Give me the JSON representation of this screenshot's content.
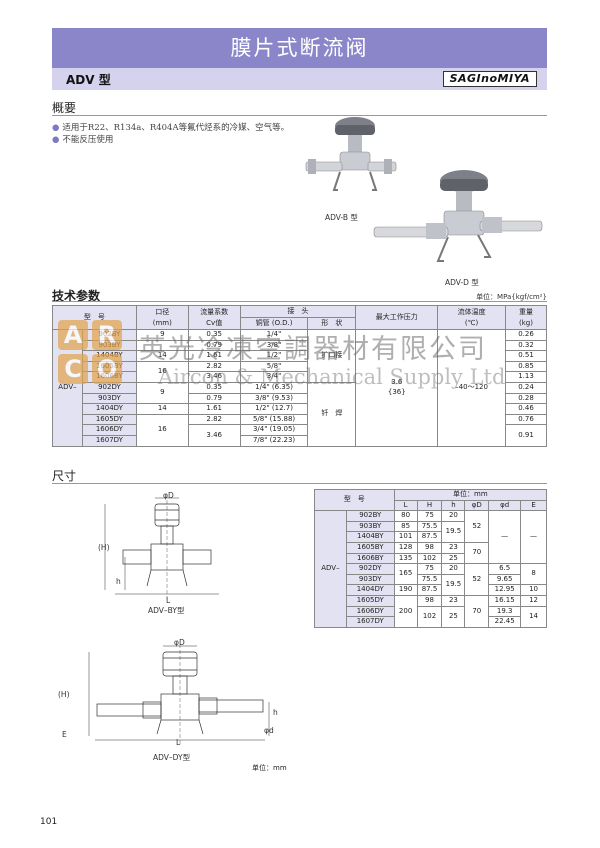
{
  "header": {
    "title": "膜片式断流阀",
    "model": "ADV 型",
    "brand": "SAGInoMIYA"
  },
  "overview": {
    "heading": "概要",
    "bullets": [
      "适用于R22、R134a、R404A等氟代烃系的冷媒、空气等。",
      "不能反压使用"
    ],
    "caption_b": "ADV-B 型",
    "caption_d": "ADV-D 型"
  },
  "spec": {
    "heading": "技术参数",
    "unit": "单位：MPa{kgf/cm²}",
    "head": {
      "model": "型　号",
      "bore": "口径",
      "bore_unit": "(mm)",
      "cv": "流量系数",
      "cv_unit": "Cv值",
      "joint": "接　头",
      "pipe": "铜管 (O.D.)",
      "shape": "形　状",
      "pressure": "最大工作压力",
      "temp": "流体温度",
      "temp_unit": "(℃)",
      "weight": "重量",
      "weight_unit": "(kg)"
    },
    "prefix": "ADV–",
    "rows": [
      {
        "model": "902BY",
        "cv": "0.35",
        "pipe": "1/4\"",
        "weight": "0.26"
      },
      {
        "model": "903BY",
        "cv": "0.79",
        "pipe": "3/8\"",
        "weight": "0.32"
      },
      {
        "model": "1404BY",
        "cv": "1.61",
        "pipe": "1/2\"",
        "weight": "0.51"
      },
      {
        "model": "1605BY",
        "cv": "2.82",
        "pipe": "5/8\"",
        "weight": "0.85"
      },
      {
        "model": "1606BY",
        "cv": "3.46",
        "pipe": "3/4\"",
        "weight": "1.13"
      },
      {
        "model": "902DY",
        "cv": "0.35",
        "pipe": "1/4\" (6.35)",
        "weight": "0.24"
      },
      {
        "model": "903DY",
        "cv": "0.79",
        "pipe": "3/8\" (9.53)",
        "weight": "0.28"
      },
      {
        "model": "1404DY",
        "cv": "1.61",
        "pipe": "1/2\" (12.7)",
        "weight": "0.46"
      },
      {
        "model": "1605DY",
        "cv": "2.82",
        "pipe": "5/8\" (15.88)",
        "weight": "0.76"
      },
      {
        "model": "1606DY",
        "cv": "3.46",
        "pipe": "3/4\" (19.05)",
        "weight": "0.91"
      },
      {
        "model": "1607DY",
        "cv": "",
        "pipe": "7/8\" (22.23)",
        "weight": ""
      }
    ],
    "bores": [
      "9",
      "14",
      "16",
      "9",
      "14",
      "16"
    ],
    "shape_flare": "扩口接",
    "shape_braze": "钎　焊",
    "pressure": "3.6",
    "pressure_kgf": "{36}",
    "temp": "–40～120"
  },
  "watermark": {
    "cn": "英光冷凍空調器材有限公司",
    "en": "Aircon & Mechanical Supply Ltd",
    "logo": [
      "A",
      "R",
      "C",
      "O"
    ]
  },
  "dims": {
    "heading": "尺寸",
    "caption_by": "ADV–BY型",
    "caption_dy": "ADV–DY型",
    "unit_mm": "单位：mm",
    "table_unit": "单位：mm",
    "labels": {
      "phiD": "φD",
      "H": "(H)",
      "h": "h",
      "L": "L",
      "E": "E",
      "phid": "φd"
    },
    "head": {
      "model": "型　号",
      "L": "L",
      "H": "H",
      "h": "h",
      "phiD": "φD",
      "phid": "φd",
      "E": "E"
    },
    "prefix": "ADV–",
    "rows": [
      {
        "model": "902BY",
        "L": "80",
        "H": "75",
        "h": "20"
      },
      {
        "model": "903BY",
        "L": "85",
        "H": "75.5",
        "h": ""
      },
      {
        "model": "1404BY",
        "L": "101",
        "H": "87.5",
        "h": ""
      },
      {
        "model": "1605BY",
        "L": "128",
        "H": "98",
        "h": "23"
      },
      {
        "model": "1606BY",
        "L": "135",
        "H": "102",
        "h": "25"
      },
      {
        "model": "902DY",
        "L": "",
        "H": "75",
        "h": "20",
        "d": "6.5"
      },
      {
        "model": "903DY",
        "L": "",
        "H": "75.5",
        "h": "",
        "d": "9.65"
      },
      {
        "model": "1404DY",
        "L": "190",
        "H": "87.5",
        "h": "",
        "d": "12.95",
        "E": "10"
      },
      {
        "model": "1605DY",
        "L": "",
        "H": "98",
        "h": "23",
        "d": "16.15",
        "E": "12"
      },
      {
        "model": "1606DY",
        "L": "",
        "H": "",
        "h": "",
        "d": "19.3"
      },
      {
        "model": "1607DY",
        "L": "",
        "H": "",
        "h": "",
        "d": "22.45"
      }
    ],
    "merged": {
      "h_19_5a": "19.5",
      "D52a": "52",
      "D70a": "70",
      "dash_d": "—",
      "dash_E": "—",
      "L165": "165",
      "L200": "200",
      "H102": "102",
      "h19_5b": "19.5",
      "h25": "25",
      "D52b": "52",
      "D70b": "70",
      "E8": "8",
      "E14": "14"
    }
  },
  "footer": {
    "page": "101"
  }
}
